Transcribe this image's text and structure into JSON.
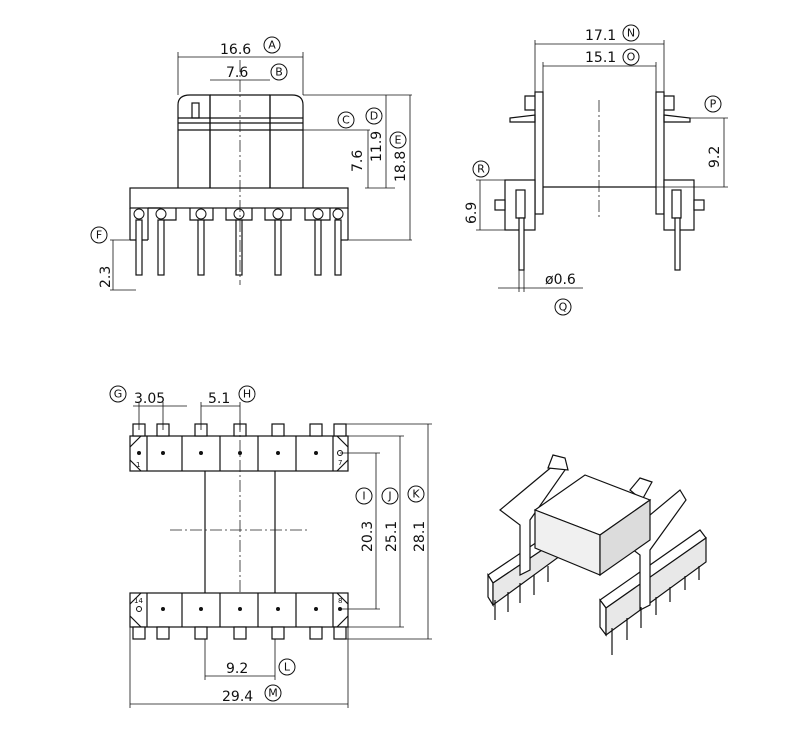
{
  "dimensions": {
    "A": "16.6",
    "B": "7.6",
    "C": "",
    "D": "11.9",
    "E": "18.8",
    "F": "2.3",
    "Dv": "7.6",
    "N": "17.1",
    "O": "15.1",
    "P": "9.2",
    "R": "6.9",
    "Q": "ø0.6",
    "G": "3.05",
    "H": "5.1",
    "I": "20.3",
    "J": "25.1",
    "K": "28.1",
    "L": "9.2",
    "M": "29.4"
  },
  "labels": {
    "A": "A",
    "B": "B",
    "C": "C",
    "D": "D",
    "E": "E",
    "F": "F",
    "N": "N",
    "O": "O",
    "P": "P",
    "Q": "Q",
    "R": "R",
    "G": "G",
    "H": "H",
    "I": "I",
    "J": "J",
    "K": "K",
    "L": "L",
    "M": "M"
  },
  "pin_numbers": {
    "p1": "1",
    "p7": "7",
    "p14": "14",
    "p8": "8"
  }
}
